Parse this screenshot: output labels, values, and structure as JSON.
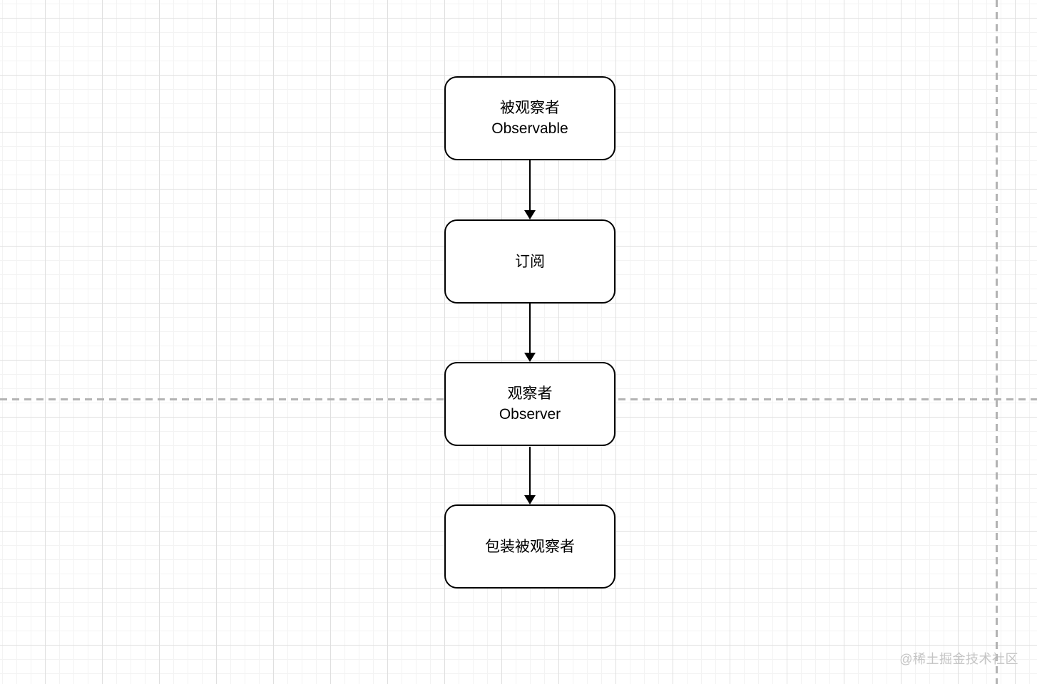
{
  "nodes": [
    {
      "id": "observable",
      "lines": [
        "被观察者",
        "Observable"
      ]
    },
    {
      "id": "subscribe",
      "lines": [
        "订阅"
      ]
    },
    {
      "id": "observer",
      "lines": [
        "观察者",
        "Observer"
      ]
    },
    {
      "id": "wrapped-observable",
      "lines": [
        "包装被观察者"
      ]
    }
  ],
  "edges": [
    {
      "from": "observable",
      "to": "subscribe"
    },
    {
      "from": "subscribe",
      "to": "observer"
    },
    {
      "from": "observer",
      "to": "wrapped-observable"
    }
  ],
  "watermark": "@稀土掘金技术社区",
  "colors": {
    "node_border": "#000000",
    "node_fill": "#ffffff",
    "connector": "#000000",
    "page_divider": "#b3b3b3",
    "grid_minor": "#f3f3f3",
    "grid_major": "#dfdfdf",
    "watermark": "#c4c4c4"
  }
}
